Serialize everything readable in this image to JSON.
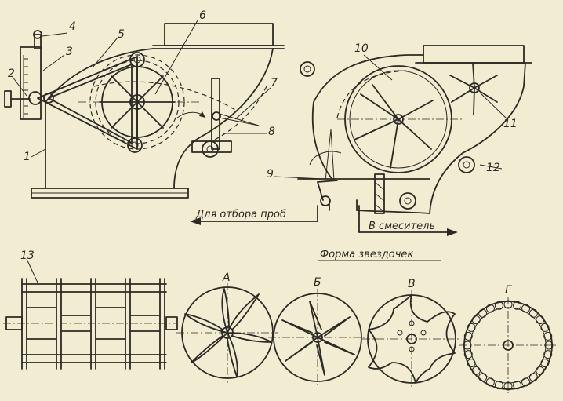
{
  "callouts": [
    "1",
    "2",
    "3",
    "4",
    "5",
    "6",
    "7",
    "8",
    "9",
    "10",
    "11",
    "12",
    "13"
  ],
  "flow_labels": {
    "sampling": "Для отбора проб",
    "mixer": "В смеситель"
  },
  "section_title": "Форма звездочек",
  "variants": [
    "А",
    "Б",
    "В",
    "Г"
  ],
  "colors": {
    "paper": "#f1ecd2",
    "ink": "#2c2a24"
  }
}
